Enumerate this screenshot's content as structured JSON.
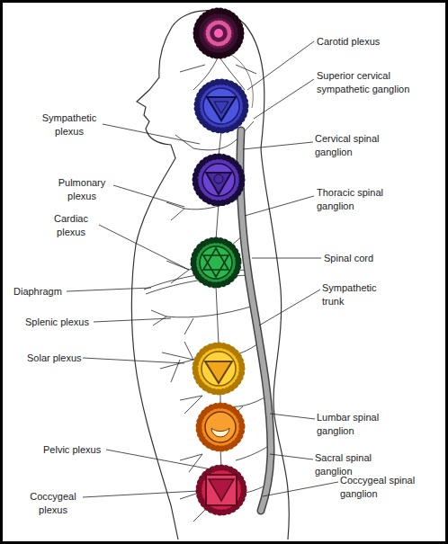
{
  "diagram": {
    "labels": [
      "Carotid plexus",
      "Superior cervical sympathetic ganglion",
      "Sympathetic plexus",
      "Cervical spinal ganglion",
      "Pulmonary plexus",
      "Thoracic spinal ganglion",
      "Cardiac plexus",
      "Spinal cord",
      "Diaphragm",
      "Sympathetic trunk",
      "Splenic plexus",
      "Solar plexus",
      "Lumbar spinal ganglion",
      "Sacral spinal ganglion",
      "Pelvic plexus",
      "Coccygeal spinal ganglion",
      "Coccygeal plexus"
    ]
  }
}
